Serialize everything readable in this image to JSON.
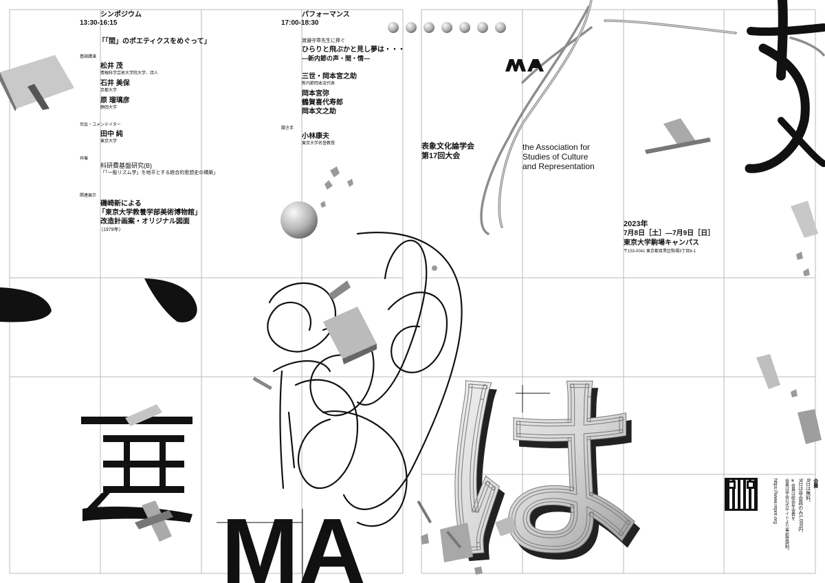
{
  "symposium": {
    "heading": "シンポジウム",
    "time": "13:30-16:15",
    "title": "「「間」のポエティクスをめぐって」",
    "keynote_label": "基調講演",
    "speaker1_name": "松井 茂",
    "speaker1_affil": "情報科学芸術大学院大学、詩人",
    "speaker2_name": "石井 美保",
    "speaker2_affil": "京都大学",
    "speaker3_name": "原 瑠璃彦",
    "speaker3_affil": "静岡大学",
    "moderator_label": "司会・コメンテイター",
    "moderator_name": "田中 純",
    "moderator_affil": "東京大学",
    "cosponsor_label": "共催",
    "cosponsor_line1": "科研費基盤研究(B)",
    "cosponsor_line2": "「「一般リズム学」を地平とする統合的思想史の構築」",
    "exhibit_label": "関連展示",
    "exhibit_line1": "磯崎新による",
    "exhibit_line2": "「東京大学教養学部美術博物館」",
    "exhibit_line3": "改造計画案・オリジナル図面",
    "exhibit_line4": "（1979年）"
  },
  "performance": {
    "heading": "パフォーマンス",
    "time": "17:00-18:30",
    "dedication": "渡邉守章先生に捧ぐ",
    "title_line1": "ひらりと飛ぶかと見し夢は・・・",
    "title_line2": "—新内節の声・間・情—",
    "performer1_name": "三世・岡本宮之助",
    "performer1_affil": "新内節岡本流代表",
    "performer2_name": "岡本宮弥",
    "performer3_name": "鶴賀喜代寿郎",
    "performer4_name": "岡本文之助",
    "interviewer_label": "聞き手",
    "interviewer_name": "小林康夫",
    "interviewer_affil": "東京大学名誉教授"
  },
  "association": {
    "logo_text": "MA",
    "jp_line1": "表象文化論学会",
    "jp_line2": "第17回大会",
    "en_line1": "the Association for",
    "en_line2": "Studies of Culture",
    "en_line3": "and Representation"
  },
  "event": {
    "year": "2023年",
    "dates": "7月8日［土］—7月9日［日］",
    "venue": "東京大学駒場キャンパス",
    "address": "〒153-0041 東京都目黒区駒場3丁目8-1"
  },
  "fees": {
    "label": "会費",
    "line1": "8日は無料、",
    "line2": "9日は非会員のみ1,000円",
    "line3": "※会員は総会年会費を",
    "line4": "会員は学会公式サイトより事前登録制。",
    "url": "https://www.repre.org"
  },
  "display_glyphs": {
    "big_ma": "MA",
    "hiragana_ha": "は"
  },
  "colors": {
    "background": "#ffffff",
    "ink": "#111111",
    "grid": "#b8b8b8",
    "object_gray": "#9a9a9a"
  }
}
